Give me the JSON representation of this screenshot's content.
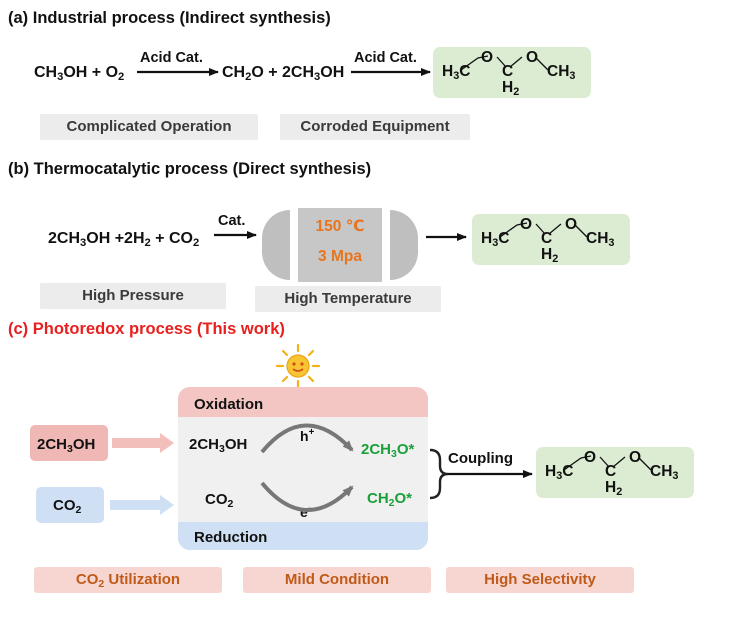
{
  "section_a": {
    "title": "(a) Industrial process (Indirect synthesis)",
    "reactant_1": "CH",
    "reactant_1_sub": "3",
    "reactant_1_tail": "OH + O",
    "reactant_1_sub2": "2",
    "arrow_1_label": "Acid Cat.",
    "intermediate": "CH",
    "intermediate_sub": "2",
    "intermediate_tail": "O + 2CH",
    "intermediate_sub2": "3",
    "intermediate_tail2": "OH",
    "arrow_2_label": "Acid Cat.",
    "tag_1": "Complicated Operation",
    "tag_2": "Corroded Equipment"
  },
  "section_b": {
    "title": "(b) Thermocatalytic process (Direct synthesis)",
    "reactants_a": "2CH",
    "reactants_a_sub": "3",
    "reactants_b": "OH +2H",
    "reactants_b_sub": "2",
    "reactants_c": " + CO",
    "reactants_c_sub": "2",
    "arrow_label": "Cat.",
    "temperature": "150 ℃",
    "pressure": "3 Mpa",
    "tag_1": "High Pressure",
    "tag_2": "High Temperature"
  },
  "section_c": {
    "title": "(c) Photoredox process (This work)",
    "input_1": "2CH",
    "input_1_sub": "3",
    "input_1_tail": "OH",
    "input_2": "CO",
    "input_2_sub": "2",
    "oxidation_label": "Oxidation",
    "reduction_label": "Reduction",
    "inner_reactant_1": "2CH",
    "inner_reactant_1_sub": "3",
    "inner_reactant_1_tail": "OH",
    "inner_reactant_2": "CO",
    "inner_reactant_2_sub": "2",
    "hole": "h",
    "hole_sup": "+",
    "electron": "e",
    "electron_sup": "-",
    "radical_1": "2CH",
    "radical_1_sub": "3",
    "radical_1_tail": "O*",
    "radical_2": "CH",
    "radical_2_sub": "2",
    "radical_2_tail": "O*",
    "coupling_label": "Coupling",
    "tag_1": "CO",
    "tag_1_sub": "2",
    "tag_1_tail": " Utilization",
    "tag_2": "Mild Condition",
    "tag_3": "High Selectivity"
  },
  "product": {
    "h3c": "H",
    "h3c_sub": "3",
    "h3c_tail": "C",
    "o": "O",
    "c": "C",
    "h2": "H",
    "h2_sub": "2",
    "ch3": "CH",
    "ch3_sub": "3"
  },
  "colors": {
    "product_bg": "#dcecd2",
    "tag_grey": "#ececec",
    "tag_pink": "#f7d6d2",
    "oxidation_bar": "#f3c6c4",
    "reduction_bar": "#cfe0f4",
    "title_red": "#e8201f",
    "green_text": "#1aa03a",
    "orange_text": "#e8741d"
  }
}
